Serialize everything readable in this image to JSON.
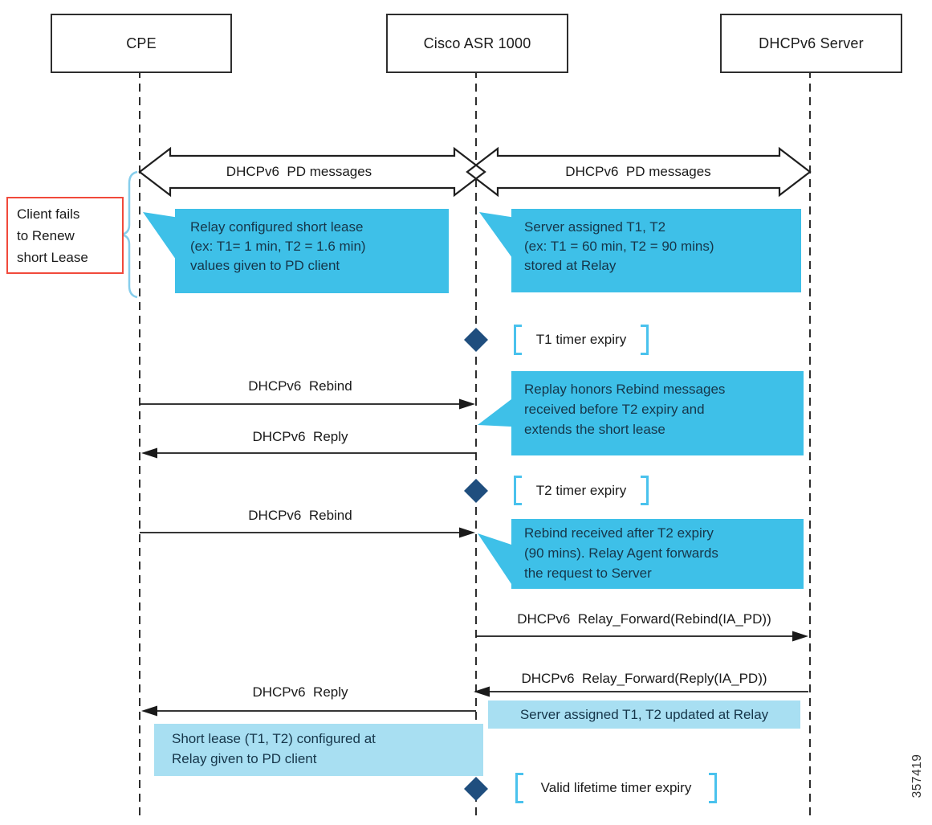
{
  "entities": [
    {
      "label": "CPE"
    },
    {
      "label": "Cisco ASR 1000"
    },
    {
      "label": "DHCPv6 Server"
    }
  ],
  "pd_arrows": [
    {
      "label": "DHCPv6  PD messages"
    },
    {
      "label": "DHCPv6  PD messages"
    }
  ],
  "side_note": {
    "lines": [
      "Client fails",
      "to Renew",
      "short Lease"
    ]
  },
  "callouts": [
    {
      "lines": [
        "Relay configured short lease",
        "(ex: T1= 1 min, T2 = 1.6 min)",
        "values given to PD client"
      ]
    },
    {
      "lines": [
        "Server assigned T1, T2",
        "(ex: T1 = 60 min, T2 = 90 mins)",
        "stored at Relay"
      ]
    },
    {
      "lines": [
        "Replay honors Rebind messages",
        "received before T2 expiry and",
        "extends the short lease"
      ]
    },
    {
      "lines": [
        "Rebind received after T2 expiry",
        "(90 mins). Relay Agent forwards",
        "the request to Server"
      ]
    }
  ],
  "messages": [
    {
      "label": "DHCPv6  Rebind"
    },
    {
      "label": "DHCPv6  Reply"
    },
    {
      "label": "DHCPv6  Rebind"
    },
    {
      "label": "DHCPv6  Relay_Forward(Rebind(IA_PD))"
    },
    {
      "label": "DHCPv6  Relay_Forward(Reply(IA_PD))"
    },
    {
      "label": "DHCPv6  Reply"
    }
  ],
  "timers": [
    {
      "label": "T1 timer expiry"
    },
    {
      "label": "T2 timer expiry"
    },
    {
      "label": "Valid lifetime timer expiry"
    }
  ],
  "notes": [
    {
      "text": "Server assigned T1, T2 updated at Relay"
    },
    {
      "lines": [
        "Short lease (T1, T2) configured at",
        "Relay given to PD client"
      ]
    }
  ],
  "figure_id": "357419",
  "colors": {
    "callout_blue": "#3EC0E8",
    "strip_blue": "#A8DFF2",
    "diamond_navy": "#1F4E7E",
    "bracket_blue": "#4AC2ED",
    "brace_blue": "#86CEEC",
    "note_red": "#F1493B",
    "line_black": "#1a1a1a"
  }
}
